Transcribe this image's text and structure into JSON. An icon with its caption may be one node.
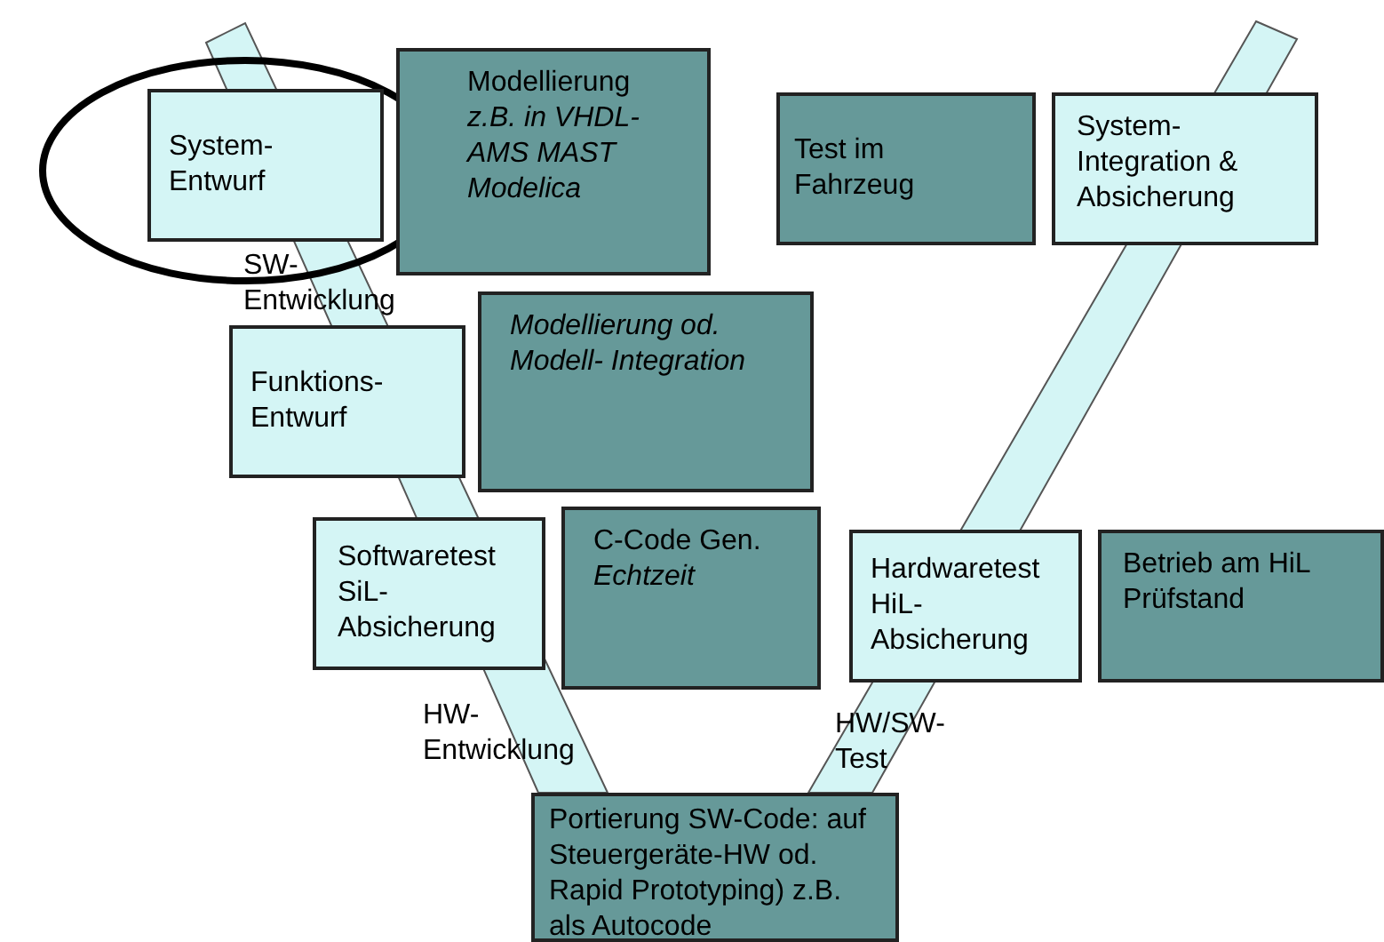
{
  "diagram": {
    "nodes": [
      {
        "text": [
          "System- Entwurf"
        ]
      },
      {
        "text": [
          "Modellierung",
          "z.B. in VHDL-AMS MAST Modelica"
        ]
      },
      {
        "text": [
          "Test im Fahrzeug"
        ]
      },
      {
        "text": [
          "System- Integration & Absicherung"
        ]
      },
      {
        "text": [
          "Funktions- Entwurf"
        ]
      },
      {
        "text": [
          "Modellierung od. Modell- Integration"
        ]
      },
      {
        "text": [
          "Softwaretest SiL- Absicherung"
        ]
      },
      {
        "text": [
          "C-Code Gen.",
          "Echtzeit"
        ]
      },
      {
        "text": [
          "Hardwaretest HiL- Absicherung"
        ]
      },
      {
        "text": [
          "Betrieb am HiL Prüfstand"
        ]
      },
      {
        "text": [
          "Portierung SW-Code: auf Steuergeräte-HW od. Rapid Prototyping) z.B. als Autocode"
        ]
      }
    ],
    "labels": [
      "SW- Entwicklung",
      "HW- Entwicklung",
      "HW/SW- Test"
    ]
  }
}
